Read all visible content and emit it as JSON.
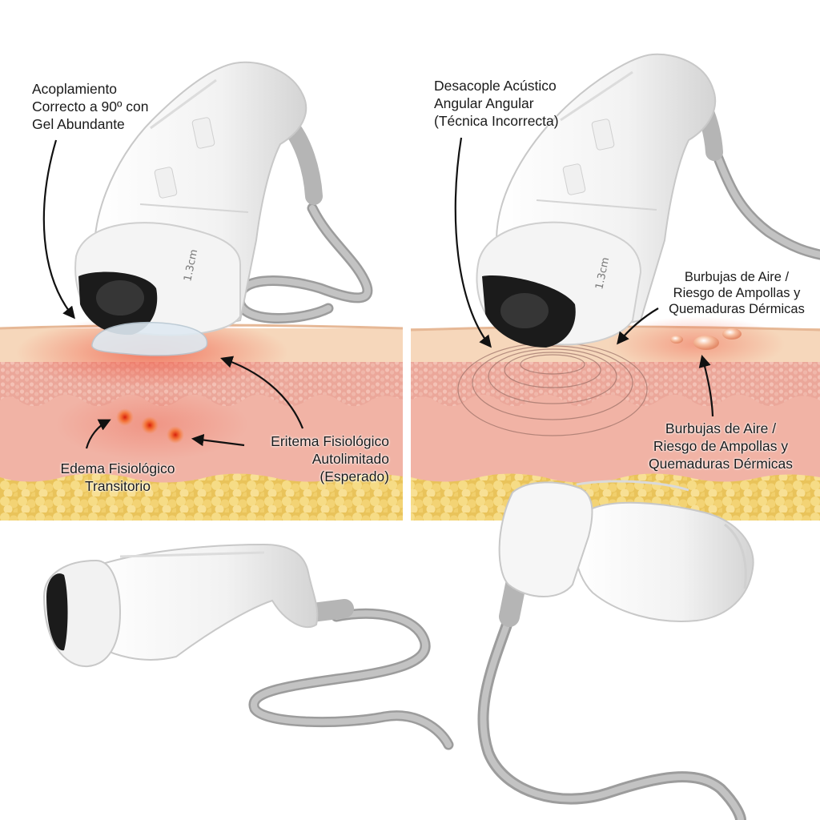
{
  "labels": {
    "correct_coupling": [
      "Acoplamiento",
      "Correcto a 90º con",
      "Gel Abundante"
    ],
    "physiological_erythema": [
      "Eritema Fisiológico",
      "Autolimitado",
      "(Esperado)"
    ],
    "transient_edema": [
      "Edema Fisiológico",
      "Transitorio"
    ],
    "acoustic_decoupling": [
      "Desacople Acústico",
      "Angular Angular",
      "(Técnica Incorrecta)"
    ],
    "air_bubbles_top": [
      "Burbujas de Aire /",
      "Riesgo de Ampollas y",
      "Quemaduras Dérmicas"
    ],
    "air_bubbles_bottom": [
      "Burbujas de Aire /",
      "Riesgo de Ampollas y",
      "Quemaduras Dérmicas"
    ]
  },
  "device": {
    "head_marking_left": "1.3cm",
    "head_marking_right": "1.3cm"
  },
  "colors": {
    "epidermis": "#f4d2b4",
    "dermis": "#f2b7aa",
    "fat": "#f0cf6e",
    "erythema": "#ef6a55",
    "gel": "#dfeaf2",
    "device_body": "#f7f7f7",
    "cable": "#a9a9a9"
  }
}
